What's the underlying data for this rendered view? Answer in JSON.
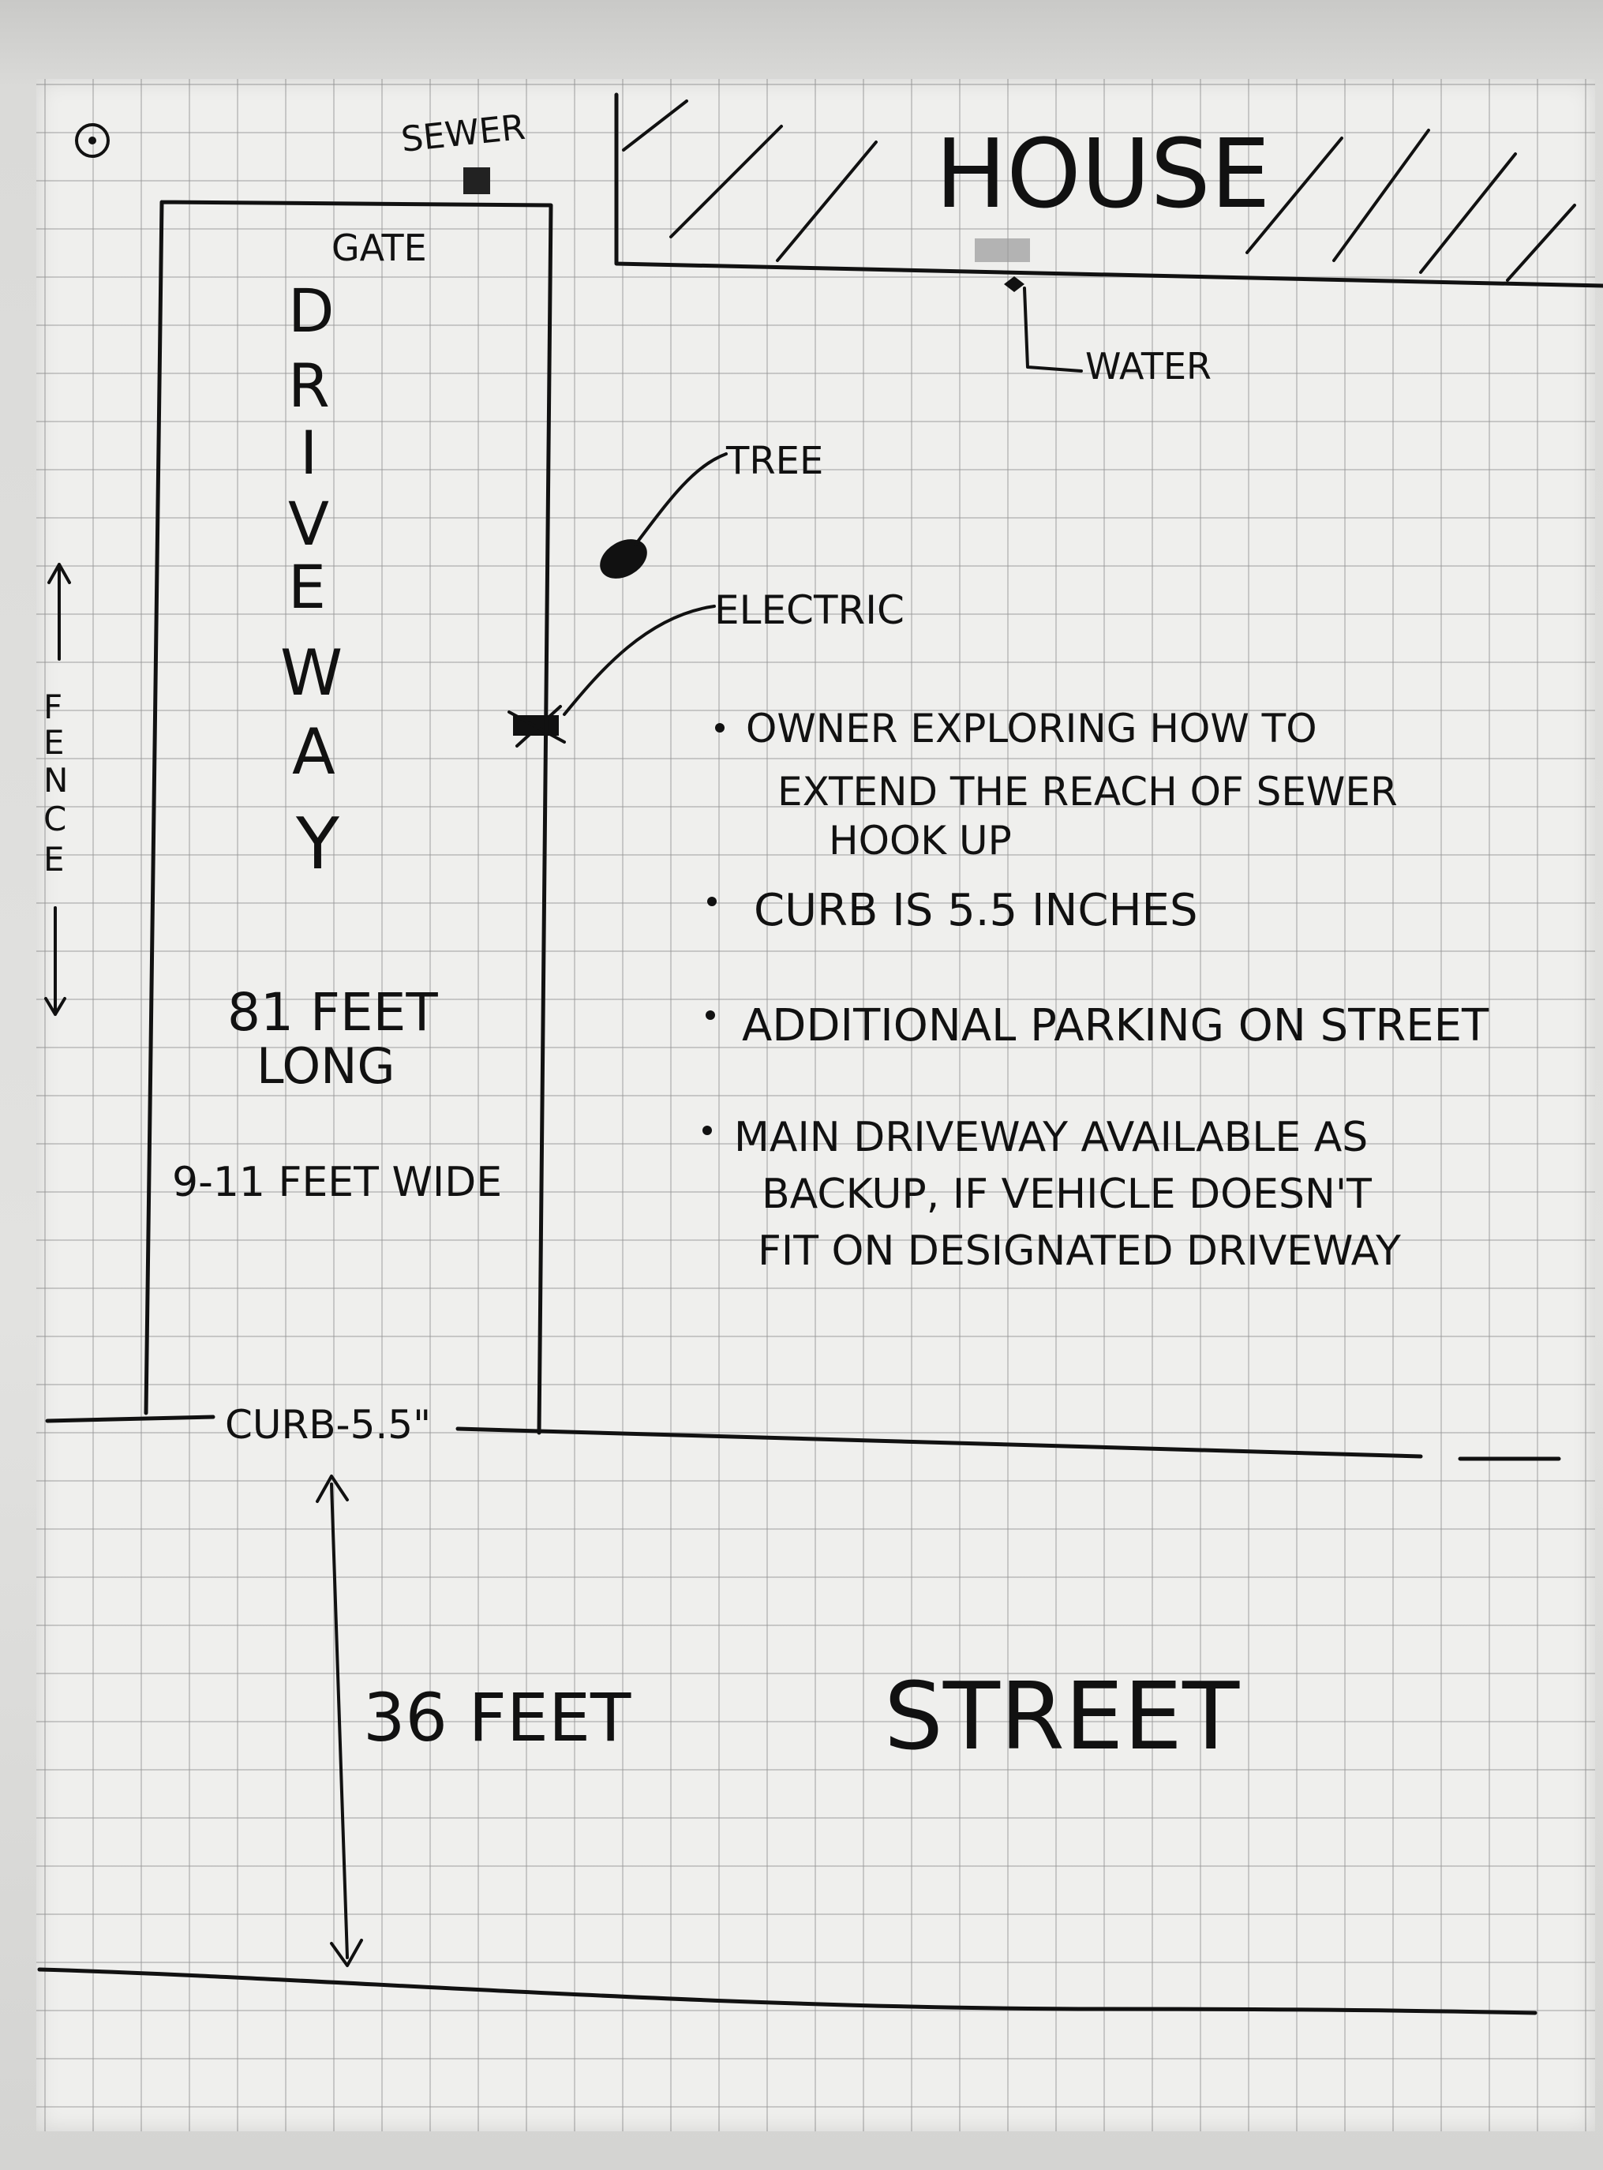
{
  "labels": {
    "sewer": "SEWER",
    "house": "HOUSE",
    "gate": "GATE",
    "water": "WATER",
    "tree": "TREE",
    "electric": "ELECTRIC",
    "driveway_letters": [
      "D",
      "R",
      "I",
      "V",
      "E",
      "W",
      "A",
      "Y"
    ],
    "fence_letters": [
      "F",
      "E",
      "N",
      "C",
      "E"
    ],
    "length_line1": "81 FEET",
    "length_line2": "LONG",
    "width": "9-11 FEET WIDE",
    "curb": "CURB-5.5\"",
    "street_width": "36 FEET",
    "street": "STREET"
  },
  "notes": [
    [
      "OWNER EXPLORING HOW TO",
      "EXTEND THE REACH OF SEWER",
      "HOOK UP"
    ],
    [
      "CURB IS 5.5 INCHES"
    ],
    [
      "ADDITIONAL PARKING ON STREET"
    ],
    [
      "MAIN DRIVEWAY AVAILABLE AS",
      "BACKUP, IF VEHICLE DOESN'T",
      "FIT ON DESIGNATED DRIVEWAY"
    ]
  ],
  "colors": {
    "ink": "#111111",
    "paper": "#efefed",
    "grid": "#969696"
  }
}
